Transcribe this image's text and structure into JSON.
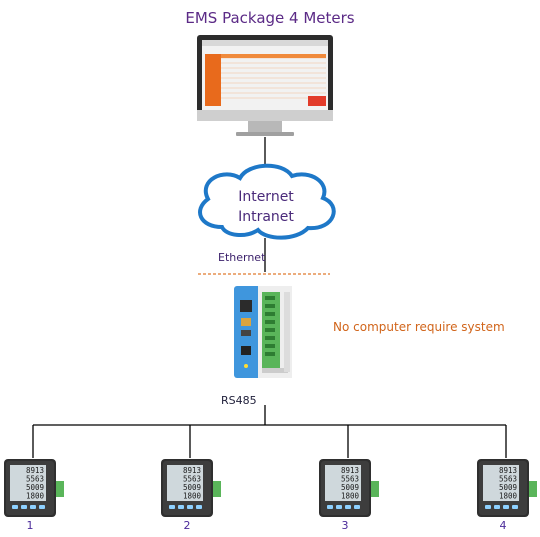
{
  "title": "EMS Package 4 Meters",
  "cloud": {
    "line1": "Internet",
    "line2": "Intranet"
  },
  "ethernet_label": "Ethernet",
  "note": "No computer require system",
  "rs485_label": "RS485",
  "meters": [
    {
      "label": "1"
    },
    {
      "label": "2"
    },
    {
      "label": "3"
    },
    {
      "label": "4"
    }
  ],
  "meter_readouts": [
    "8913",
    "5563",
    "5009",
    "1800"
  ],
  "colors": {
    "title": "#5b2a86",
    "note": "#d1651b",
    "cloud": "#1e78c8",
    "dashed": "#e07a2e"
  }
}
